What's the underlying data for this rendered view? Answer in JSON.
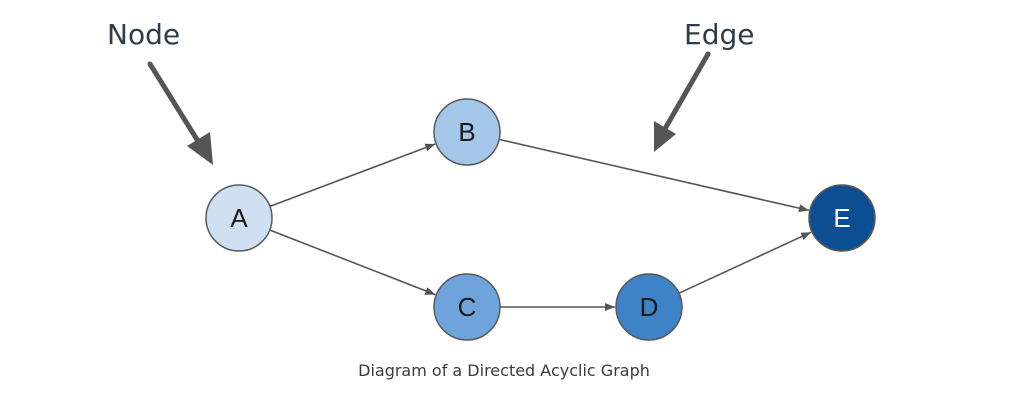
{
  "diagram": {
    "callouts": {
      "node_label": "Node",
      "edge_label": "Edge"
    },
    "caption": "Diagram of a Directed Acyclic Graph",
    "nodes": [
      {
        "id": "A",
        "label": "A",
        "fill": "#cfe0f3",
        "text_color": "#1a1a1a"
      },
      {
        "id": "B",
        "label": "B",
        "fill": "#a4c6e8",
        "text_color": "#1a1a1a"
      },
      {
        "id": "C",
        "label": "C",
        "fill": "#6fa3dc",
        "text_color": "#1a1a1a"
      },
      {
        "id": "D",
        "label": "D",
        "fill": "#3e82c8",
        "text_color": "#1a1a1a"
      },
      {
        "id": "E",
        "label": "E",
        "fill": "#0d4d92",
        "text_color": "#ffffff"
      }
    ],
    "edges": [
      {
        "from": "A",
        "to": "B"
      },
      {
        "from": "A",
        "to": "C"
      },
      {
        "from": "B",
        "to": "E"
      },
      {
        "from": "C",
        "to": "D"
      },
      {
        "from": "D",
        "to": "E"
      }
    ],
    "colors": {
      "edge": "#555555",
      "node_stroke": "#5a5a5a",
      "callout_arrow": "#555555"
    }
  }
}
